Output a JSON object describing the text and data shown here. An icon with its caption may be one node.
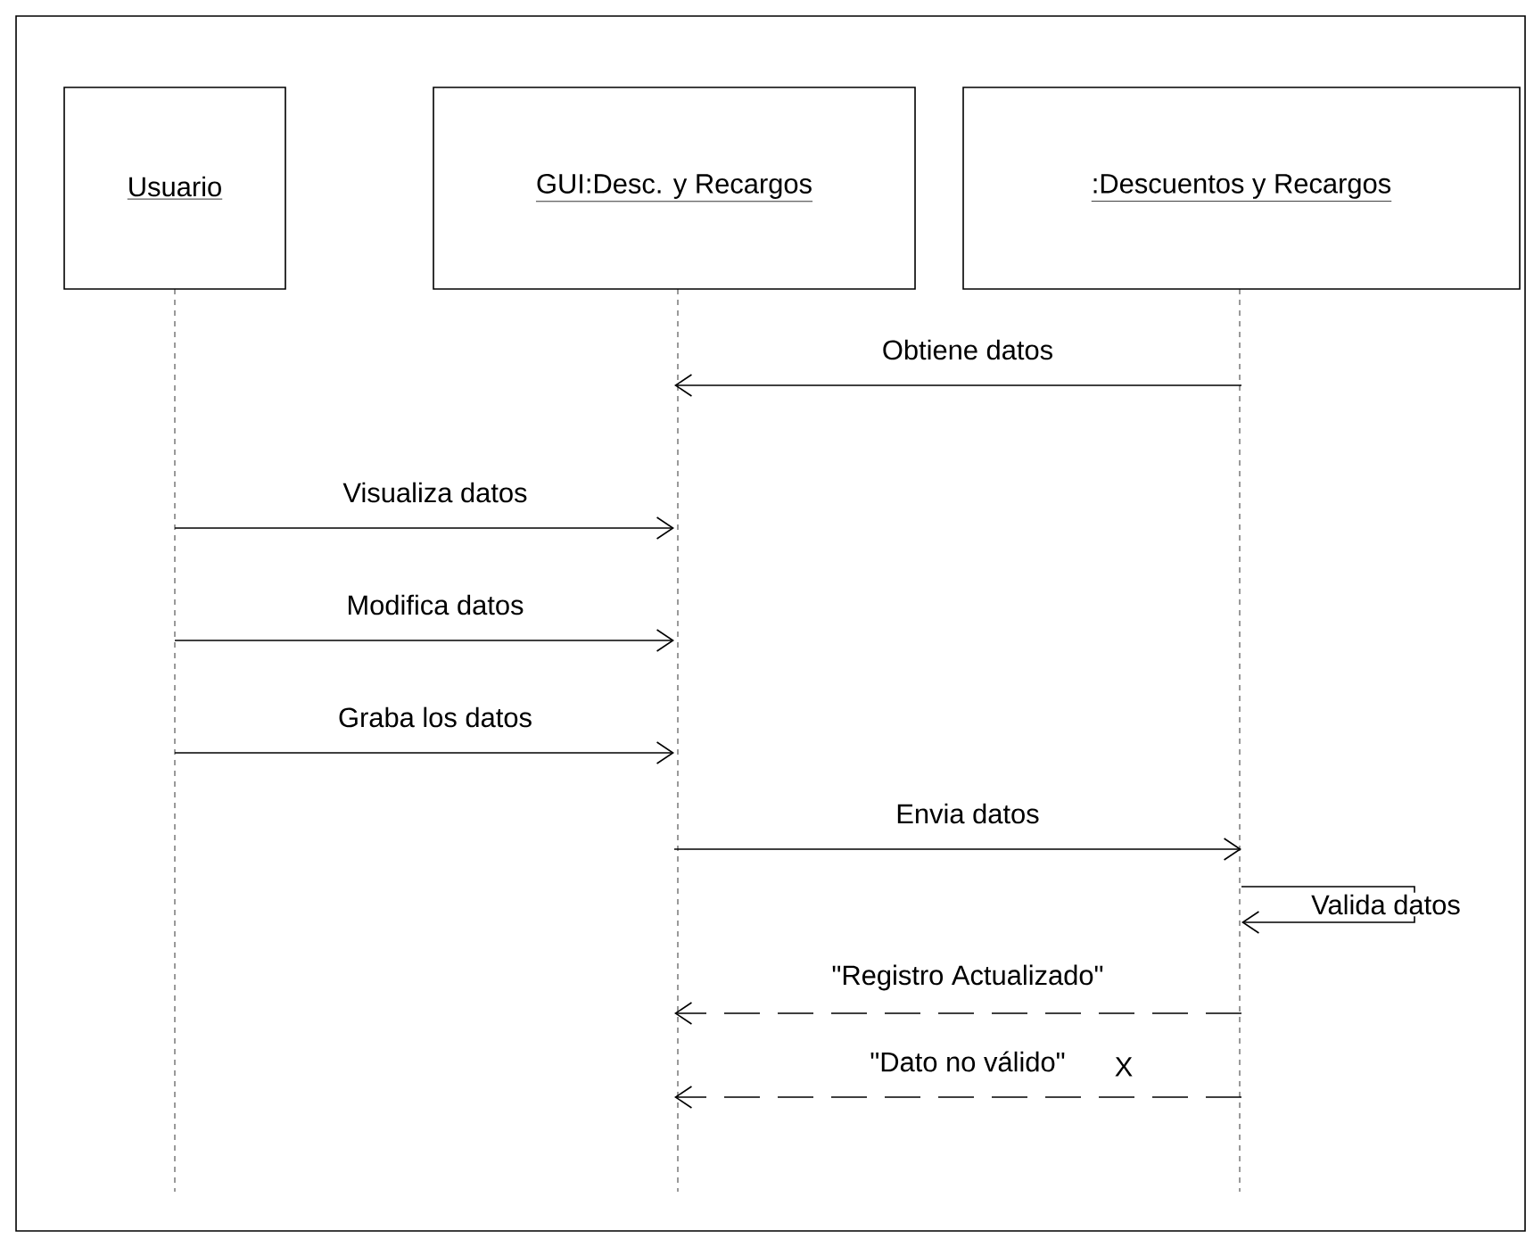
{
  "diagram": {
    "nodes": [
      {
        "text": [
          "Usuario"
        ]
      },
      {
        "text": [
          "GUI:Desc. y Recargos"
        ]
      },
      {
        "text": [
          ":Descuentos y Recargos"
        ]
      }
    ],
    "edges": [
      {
        "from": 2,
        "to": 1,
        "arrow": "to",
        "label": "Obtiene datos"
      },
      {
        "from": 0,
        "to": 1,
        "arrow": "to",
        "label": "Visualiza datos"
      },
      {
        "from": 0,
        "to": 1,
        "arrow": "to",
        "label": "Modifica datos"
      },
      {
        "from": 0,
        "to": 1,
        "arrow": "to",
        "label": "Graba los datos"
      },
      {
        "from": 1,
        "to": 2,
        "arrow": "to",
        "label": "Envia datos"
      },
      {
        "from": 2,
        "to": 2,
        "arrow": "to",
        "label": "Valida datos"
      },
      {
        "from": 2,
        "to": 1,
        "arrow": "to",
        "label": "\"Registro Actualizado\"",
        "style": "dashed"
      },
      {
        "from": 2,
        "to": 1,
        "arrow": "to",
        "label": "\"Dato no válido\"",
        "style": "dashed"
      }
    ],
    "labels": [
      "X"
    ]
  }
}
